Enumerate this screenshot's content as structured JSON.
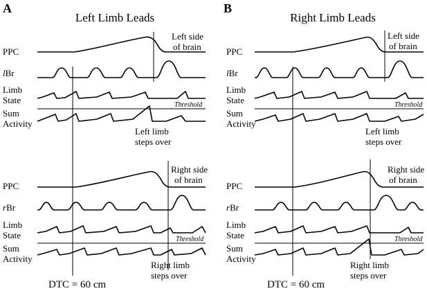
{
  "panels": [
    {
      "letter": "A",
      "title": "Left Limb Leads",
      "upper": {
        "labels": {
          "ppc": "PPC",
          "br": "lBr",
          "limb_state_1": "Limb",
          "limb_state_2": "State",
          "threshold": "Threshold",
          "sum_1": "Sum",
          "sum_2": "Activity"
        },
        "side_1": "Left side",
        "side_2": "of brain",
        "steps_1": "Left limb",
        "steps_2": "steps over"
      },
      "lower": {
        "labels": {
          "ppc": "PPC",
          "br": "rBr",
          "limb_state_1": "Limb",
          "limb_state_2": "State",
          "threshold": "Threshold",
          "sum_1": "Sum",
          "sum_2": "Activity"
        },
        "side_1": "Right side",
        "side_2": "of brain",
        "steps_1": "Right limb",
        "steps_2": "steps over"
      },
      "dtc": "DTC = 60 cm"
    },
    {
      "letter": "B",
      "title": "Right Limb Leads",
      "upper": {
        "labels": {
          "ppc": "PPC",
          "br": "lBr",
          "limb_state_1": "Limb",
          "limb_state_2": "State",
          "threshold": "Threshold",
          "sum_1": "Sum",
          "sum_2": "Activity"
        },
        "side_1": "Left side",
        "side_2": "of brain",
        "steps_1": "Left limb",
        "steps_2": "steps over"
      },
      "lower": {
        "labels": {
          "ppc": "PPC",
          "br": "rBr",
          "limb_state_1": "Limb",
          "limb_state_2": "State",
          "threshold": "Threshold",
          "sum_1": "Sum",
          "sum_2": "Activity"
        },
        "side_1": "Right side",
        "side_2": "of brain",
        "steps_1": "Right limb",
        "steps_2": "steps over"
      },
      "dtc": "DTC = 60 cm"
    }
  ]
}
